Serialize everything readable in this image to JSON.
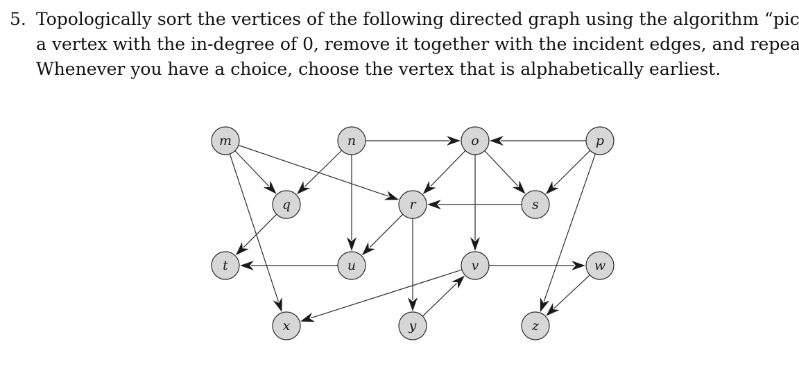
{
  "problem": {
    "number": "5.",
    "lines": [
      "Topologically sort the vertices of the following directed graph using the algorithm “pick",
      "a vertex with the in-degree of 0, remove it together with the incident edges, and repeat”.",
      "Whenever you have a choice, choose the vertex that is alphabetically earliest."
    ]
  },
  "graph": {
    "nodes": [
      {
        "id": "m",
        "label": "m"
      },
      {
        "id": "n",
        "label": "n"
      },
      {
        "id": "o",
        "label": "o"
      },
      {
        "id": "p",
        "label": "p"
      },
      {
        "id": "q",
        "label": "q"
      },
      {
        "id": "r",
        "label": "r"
      },
      {
        "id": "s",
        "label": "s"
      },
      {
        "id": "t",
        "label": "t"
      },
      {
        "id": "u",
        "label": "u"
      },
      {
        "id": "v",
        "label": "v"
      },
      {
        "id": "w",
        "label": "w"
      },
      {
        "id": "x",
        "label": "x"
      },
      {
        "id": "y",
        "label": "y"
      },
      {
        "id": "z",
        "label": "z"
      }
    ],
    "edges": [
      {
        "from": "m",
        "to": "q"
      },
      {
        "from": "m",
        "to": "r"
      },
      {
        "from": "m",
        "to": "x"
      },
      {
        "from": "n",
        "to": "o"
      },
      {
        "from": "n",
        "to": "q"
      },
      {
        "from": "n",
        "to": "u"
      },
      {
        "from": "o",
        "to": "r"
      },
      {
        "from": "o",
        "to": "s"
      },
      {
        "from": "o",
        "to": "v"
      },
      {
        "from": "p",
        "to": "o"
      },
      {
        "from": "p",
        "to": "s"
      },
      {
        "from": "p",
        "to": "z"
      },
      {
        "from": "q",
        "to": "t"
      },
      {
        "from": "r",
        "to": "u"
      },
      {
        "from": "r",
        "to": "y"
      },
      {
        "from": "s",
        "to": "r"
      },
      {
        "from": "u",
        "to": "t"
      },
      {
        "from": "v",
        "to": "w"
      },
      {
        "from": "v",
        "to": "x"
      },
      {
        "from": "w",
        "to": "z"
      },
      {
        "from": "y",
        "to": "v"
      }
    ]
  }
}
